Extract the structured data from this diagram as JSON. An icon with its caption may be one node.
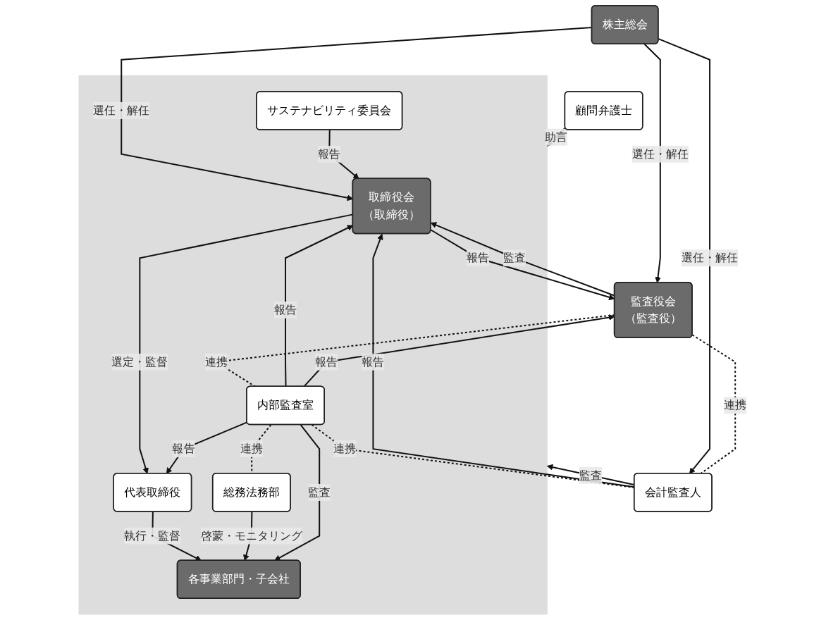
{
  "diagram": {
    "nodes": [
      {
        "text": [
          "株主総会"
        ]
      },
      {
        "text": [],
        "shape": "box"
      },
      {
        "text": [
          "取締役会",
          "（取締役）"
        ],
        "in": 1
      },
      {
        "text": [
          "監査役会",
          "（監査役）"
        ]
      },
      {
        "text": [
          "代表取締役"
        ],
        "in": 1
      },
      {
        "text": [
          "サステナビリティ委員会"
        ],
        "in": 1
      },
      {
        "text": [
          "内部監査室"
        ],
        "in": 1
      },
      {
        "text": [
          "会計監査人"
        ]
      },
      {
        "text": [
          "総務法務部"
        ],
        "in": 1
      },
      {
        "text": [
          "顧問弁護士"
        ]
      },
      {
        "text": [
          "各事業部門・子会社"
        ],
        "in": 1
      }
    ],
    "edges": [
      {
        "from": 0,
        "to": 2,
        "arrow": "to",
        "label": "選任・解任"
      },
      {
        "from": 0,
        "to": 3,
        "arrow": "to",
        "label": "選任・解任"
      },
      {
        "from": 0,
        "to": 7,
        "arrow": "to",
        "label": "選任・解任"
      },
      {
        "from": 2,
        "to": 3,
        "arrow": "to",
        "label": "報告"
      },
      {
        "from": 3,
        "to": 2,
        "arrow": "to",
        "label": "監査"
      },
      {
        "from": 2,
        "to": 4,
        "arrow": "to",
        "label": "選定・監督"
      },
      {
        "from": 5,
        "to": 2,
        "arrow": "to",
        "label": "報告"
      },
      {
        "from": 6,
        "to": 2,
        "arrow": "to",
        "label": "報告"
      },
      {
        "from": 7,
        "to": 2,
        "arrow": "to",
        "label": "報告"
      },
      {
        "from": 3,
        "to": 6,
        "arrow": "none",
        "label": "連携",
        "style": "dashed"
      },
      {
        "from": 6,
        "to": 3,
        "arrow": "to",
        "label": "報告"
      },
      {
        "from": 3,
        "to": 7,
        "arrow": "none",
        "label": "連携",
        "style": "dashed"
      },
      {
        "from": 6,
        "to": 4,
        "arrow": "to",
        "label": "報告"
      },
      {
        "from": 4,
        "to": 10,
        "arrow": "to",
        "label": "執行・監督"
      },
      {
        "from": 7,
        "to": 1,
        "arrow": "to",
        "label": "監査"
      },
      {
        "from": 6,
        "to": 7,
        "arrow": "none",
        "label": "連携",
        "style": "dashed"
      },
      {
        "from": 6,
        "to": 8,
        "arrow": "none",
        "label": "連携",
        "style": "dashed"
      },
      {
        "from": 8,
        "to": 10,
        "arrow": "to",
        "label": "啓蒙・モニタリング"
      },
      {
        "from": 6,
        "to": 10,
        "arrow": "to",
        "label": "監査"
      },
      {
        "from": 9,
        "to": 1,
        "arrow": "to",
        "label": "助言"
      }
    ]
  }
}
